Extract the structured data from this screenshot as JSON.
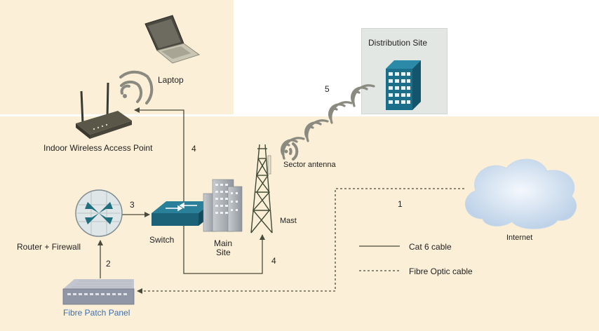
{
  "labels": {
    "laptop": "Laptop",
    "access_point": "Indoor Wireless Access Point",
    "distribution_site": "Distribution Site",
    "sector_antenna": "Sector antenna",
    "mast": "Mast",
    "router": "Router + Firewall",
    "switch": "Switch",
    "main_site_line1": "Main",
    "main_site_line2": "Site",
    "internet": "Internet",
    "patch_panel": "Fibre Patch Panel"
  },
  "numbers": {
    "link_1": "1",
    "link_2": "2",
    "link_3": "3",
    "link_4_top": "4",
    "link_4_bottom": "4",
    "link_5": "5"
  },
  "legend": {
    "cat6": "Cat 6 cable",
    "fibre": "Fibre Optic cable"
  },
  "colors": {
    "background_zone": "#fbefd7",
    "distribution_box": "#e2e7e3",
    "building": "#1b6f8a",
    "wifi_arc": "#8a8a80",
    "cable": "#4a4a3a",
    "patch_panel_label": "#3b6fb0"
  }
}
